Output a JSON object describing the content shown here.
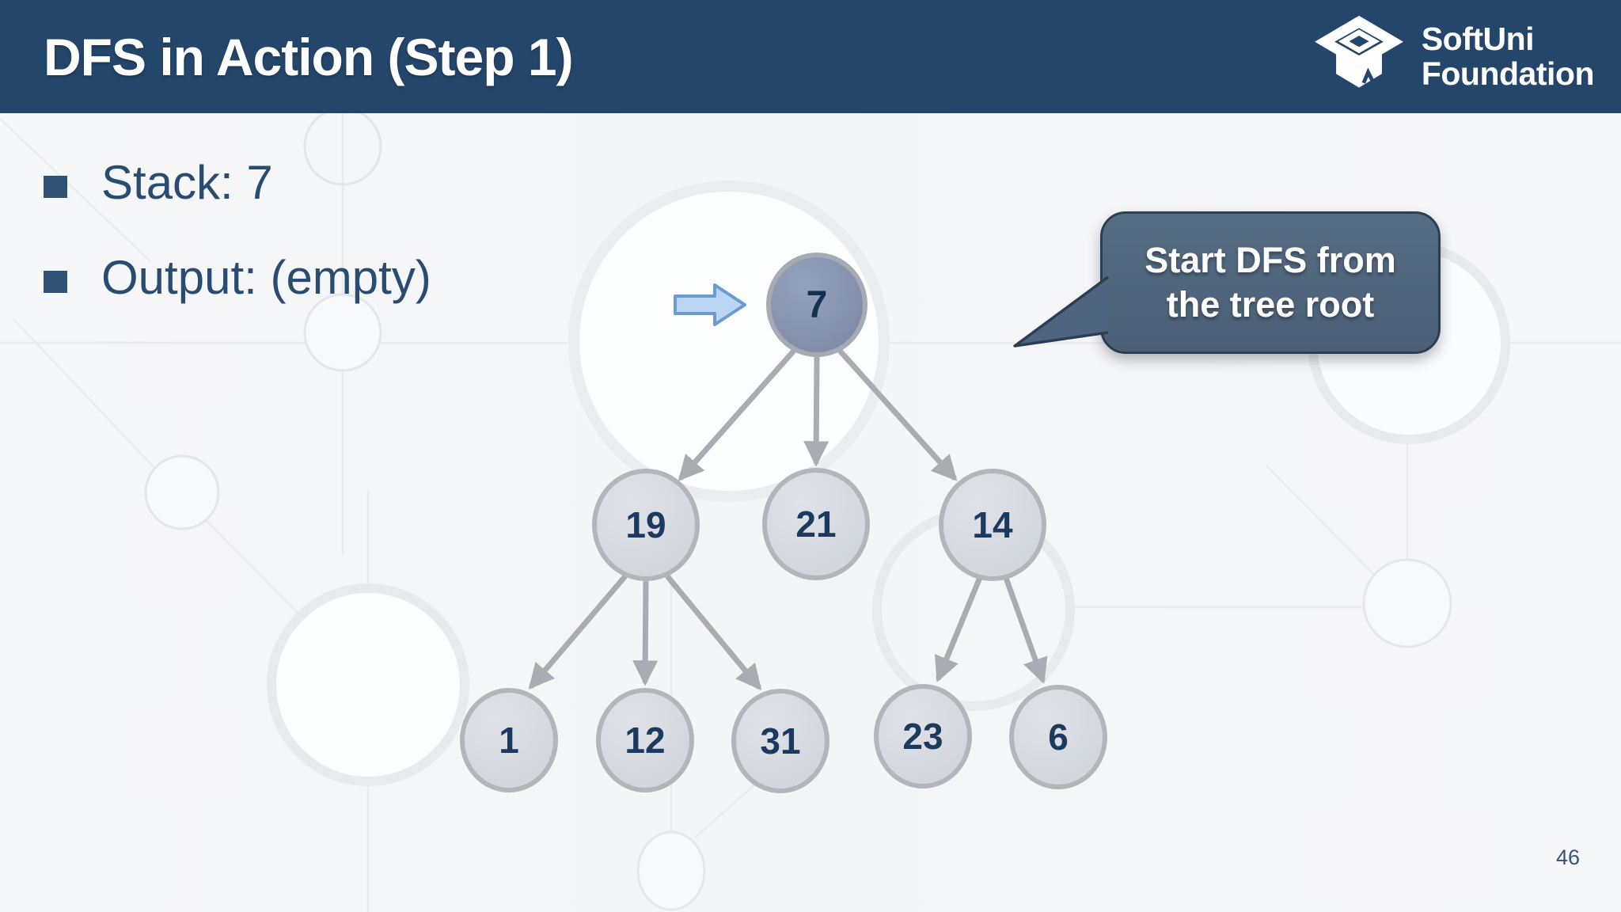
{
  "slide": {
    "header": {
      "title": "DFS in Action (Step 1)"
    },
    "logo": {
      "line1": "SoftUni",
      "line2": "Foundation"
    },
    "bullets": [
      {
        "label": "Stack: 7"
      },
      {
        "label": "Output: (empty)"
      }
    ],
    "callout": {
      "line1": "Start DFS from",
      "line2": "the tree root"
    },
    "page_number": "46",
    "colors": {
      "header_bg": "#24466B",
      "body_text": "#2B4C71",
      "callout_bg": "#4E6480",
      "callout_border": "#2C3E52",
      "node_fill": "#D9DCE3",
      "node_border": "#B2B5BC",
      "node_active_fill": "#8694B0",
      "node_text": "#1C3A5E",
      "edge": "#A9ACB3",
      "pointer_arrow_fill": "#BBD6F2",
      "pointer_arrow_border": "#6B9BD3"
    }
  },
  "tree": {
    "nodes": [
      {
        "label": "7",
        "active": true
      },
      {
        "label": "19",
        "active": false
      },
      {
        "label": "21",
        "active": false
      },
      {
        "label": "14",
        "active": false
      },
      {
        "label": "1",
        "active": false
      },
      {
        "label": "12",
        "active": false
      },
      {
        "label": "31",
        "active": false
      },
      {
        "label": "23",
        "active": false
      },
      {
        "label": "6",
        "active": false
      }
    ],
    "edges": [
      [
        "7",
        "19"
      ],
      [
        "7",
        "21"
      ],
      [
        "7",
        "14"
      ],
      [
        "19",
        "1"
      ],
      [
        "19",
        "12"
      ],
      [
        "19",
        "31"
      ],
      [
        "14",
        "23"
      ],
      [
        "14",
        "6"
      ]
    ]
  }
}
